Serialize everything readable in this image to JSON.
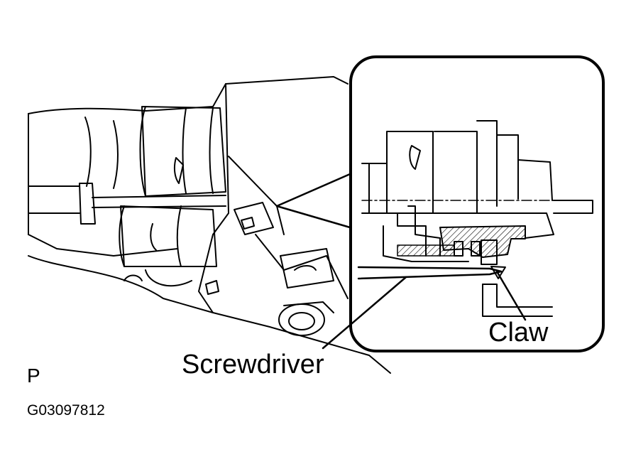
{
  "callouts": {
    "screwdriver": "Screwdriver",
    "claw": "Claw"
  },
  "view_code": "P",
  "figure_id": "G03097812",
  "colors": {
    "ink": "#000000",
    "paper": "#ffffff"
  }
}
